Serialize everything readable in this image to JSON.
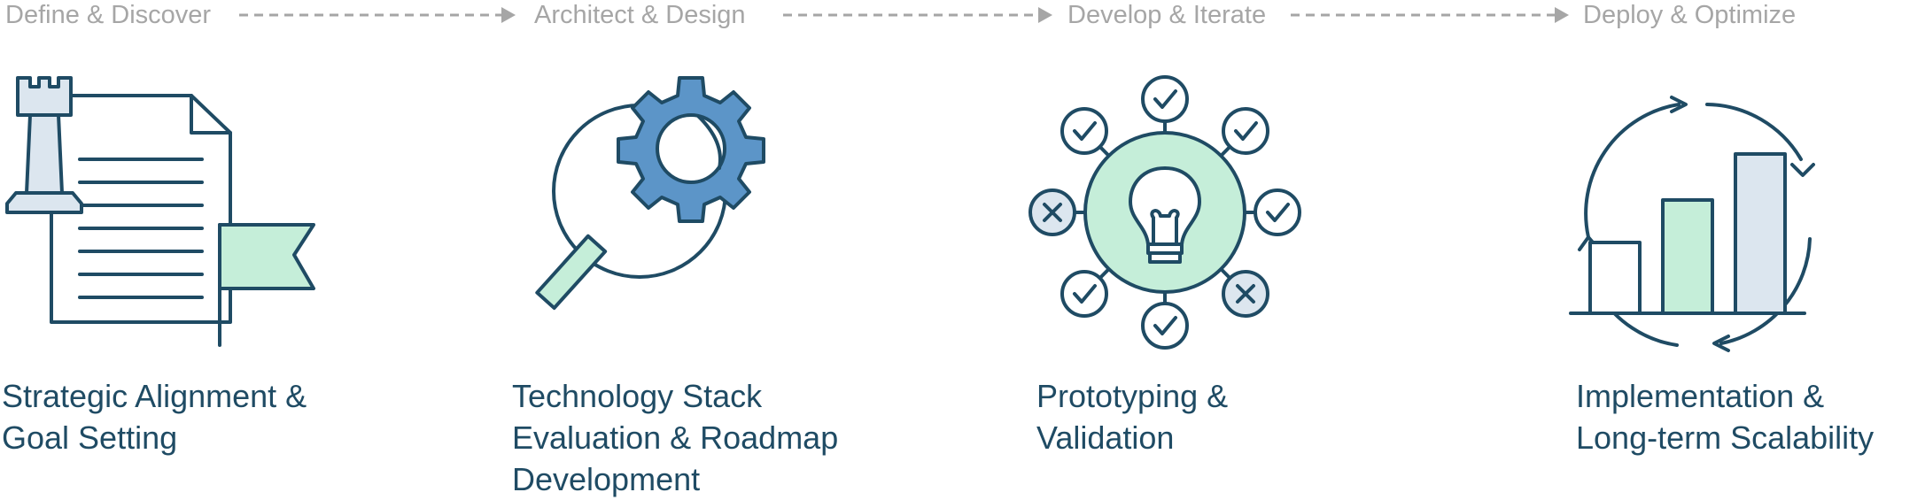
{
  "phases": [
    {
      "label": "Define & Discover"
    },
    {
      "label": "Architect & Design"
    },
    {
      "label": "Develop & Iterate"
    },
    {
      "label": "Deploy & Optimize"
    }
  ],
  "steps": [
    {
      "icon": "strategy-document-flag-icon",
      "lines": [
        "Strategic Alignment &",
        "Goal Setting"
      ]
    },
    {
      "icon": "magnifier-gear-icon",
      "lines": [
        "Technology Stack",
        "Evaluation & Roadmap",
        "Development"
      ]
    },
    {
      "icon": "lightbulb-checklist-icon",
      "lines": [
        "Prototyping &",
        "Validation"
      ]
    },
    {
      "icon": "growth-chart-cycle-icon",
      "lines": [
        "Implementation &",
        "Long-term Scalability"
      ]
    }
  ],
  "colors": {
    "stroke": "#1f4b64",
    "phase_text": "#a6a6a6",
    "mint": "#c5eed9",
    "light_blue": "#dce6ef",
    "gear_blue": "#5c95c8",
    "connector": "#a6a6a6"
  }
}
